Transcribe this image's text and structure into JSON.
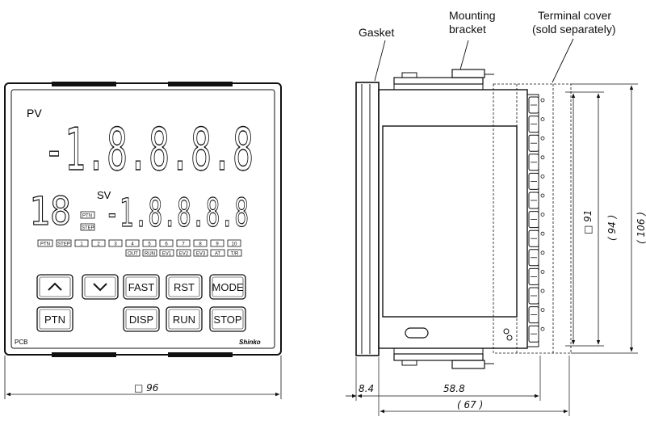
{
  "callouts": {
    "gasket": "Gasket",
    "mounting_bracket_line1": "Mounting",
    "mounting_bracket_line2": "bracket",
    "terminal_cover_line1": "Terminal cover",
    "terminal_cover_line2": "(sold separately)"
  },
  "front_panel": {
    "pv_label": "PV",
    "sv_label": "SV",
    "pv_display": "-1.8.8.8.8",
    "step_display": "18",
    "sv_display": "-1.8.8.8.8",
    "ptn_indicator": "PTN",
    "step_indicator": "STEP",
    "step_row": [
      "PTN",
      "STEP",
      "1",
      "2",
      "3",
      "4",
      "5",
      "6",
      "7",
      "8",
      "9",
      "10"
    ],
    "status_row": [
      "OUT",
      "RUN",
      "EV1",
      "EV2",
      "EV3",
      "AT",
      "T/R"
    ],
    "keys_row1": [
      "^",
      "v",
      "FAST",
      "RST",
      "MODE"
    ],
    "keys_row2": [
      "PTN",
      "DISP",
      "RUN",
      "STOP"
    ],
    "model": "PCB",
    "brand": "Shinko"
  },
  "dimensions": {
    "front_width": "□ 96",
    "panel_thickness": "8.4",
    "body_depth": "58.8",
    "total_depth": "( 67 )",
    "cutout_height": "□ 91",
    "height_94": "( 94 )",
    "height_106": "( 106 )"
  }
}
